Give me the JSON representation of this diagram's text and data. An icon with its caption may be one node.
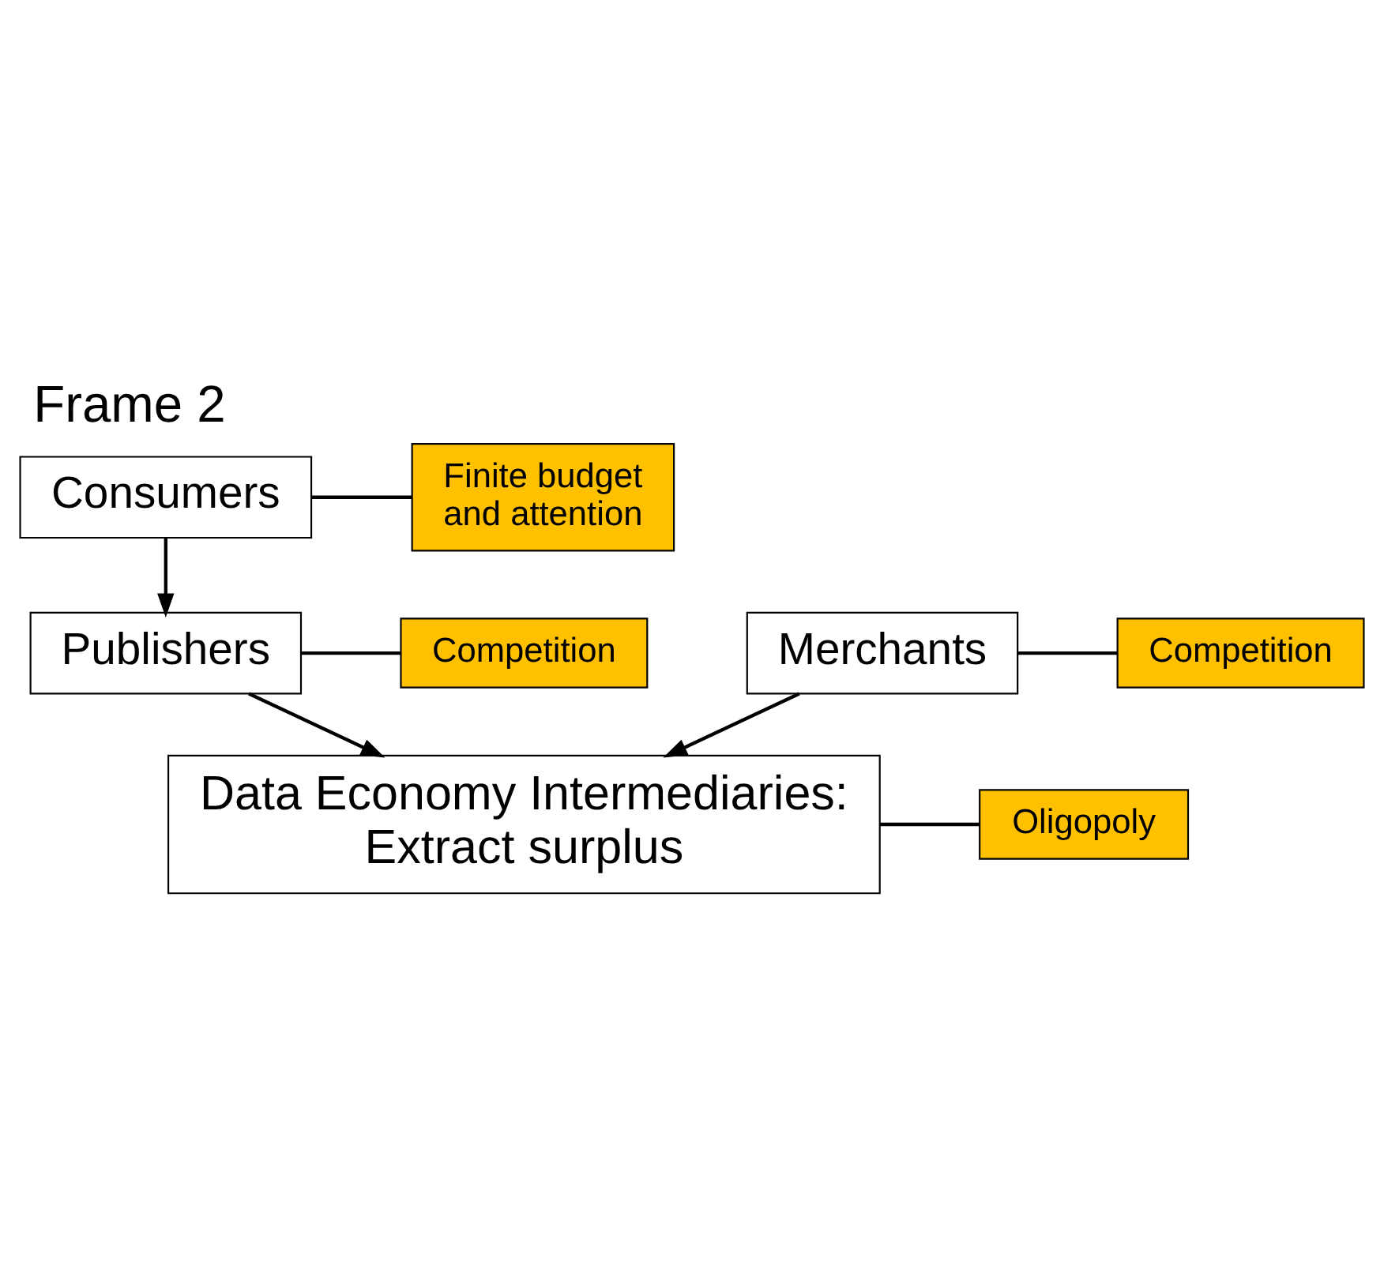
{
  "diagram": {
    "title": "Frame 2",
    "nodes": [
      {
        "text": [
          "Consumers"
        ]
      },
      {
        "text": [
          "Publishers"
        ]
      },
      {
        "text": [
          "Data Economy Intermediaries:",
          "Extract surplus"
        ]
      },
      {
        "text": [
          "Merchants"
        ]
      },
      {
        "text": [
          "Finite budget and attention"
        ]
      },
      {
        "text": [
          "Competition"
        ]
      },
      {
        "text": [
          "Oligopoly"
        ]
      },
      {
        "text": [
          "Competition"
        ]
      }
    ],
    "edges": [
      {
        "from": 0,
        "to": 1,
        "arrow": "to"
      },
      {
        "from": 1,
        "to": 2,
        "arrow": "to"
      },
      {
        "from": 3,
        "to": 2,
        "arrow": "to"
      },
      {
        "from": 4,
        "to": 0,
        "arrow": "none"
      },
      {
        "from": 5,
        "to": 1,
        "arrow": "none"
      },
      {
        "from": 6,
        "to": 2,
        "arrow": "none"
      },
      {
        "from": 7,
        "to": 3,
        "arrow": "none"
      }
    ]
  }
}
